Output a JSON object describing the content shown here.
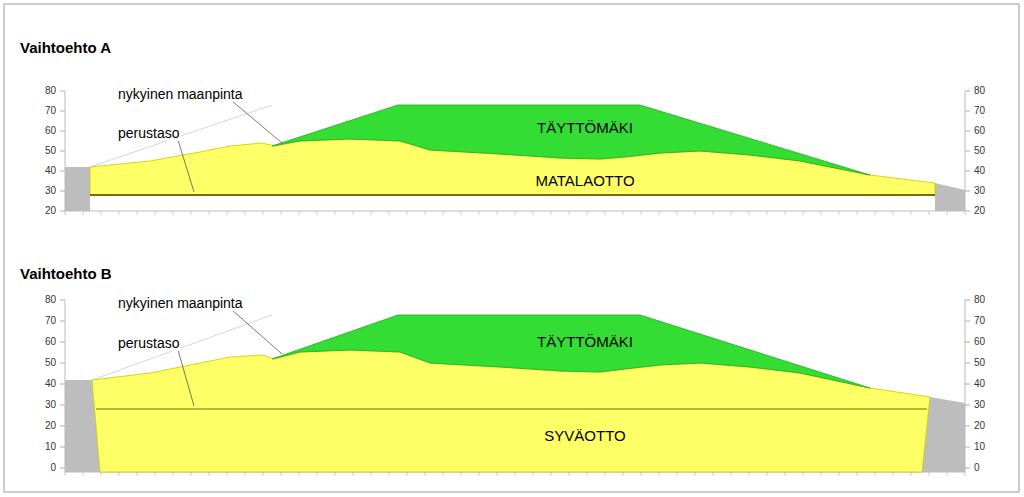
{
  "diagram": {
    "nodes": [
      {
        "text": [
          "TÄYTTÖMÄKI"
        ]
      },
      {
        "text": [
          "MATALAOTTO"
        ]
      },
      {
        "text": [
          "TÄYTTÖMÄKI"
        ]
      },
      {
        "text": [
          "SYVÄOTTO"
        ]
      }
    ],
    "labels": [
      "Vaihtoehto A",
      "nykyinen maanpinta",
      "perustaso",
      "80",
      "70",
      "60",
      "50",
      "40",
      "30",
      "20",
      "80",
      "70",
      "60",
      "50",
      "40",
      "30",
      "20",
      "Vaihtoehto B",
      "nykyinen maanpinta",
      "perustaso",
      "80",
      "70",
      "60",
      "50",
      "40",
      "30",
      "20",
      "10",
      "0",
      "80",
      "70",
      "60",
      "50",
      "40",
      "30",
      "20",
      "10",
      "0"
    ]
  }
}
